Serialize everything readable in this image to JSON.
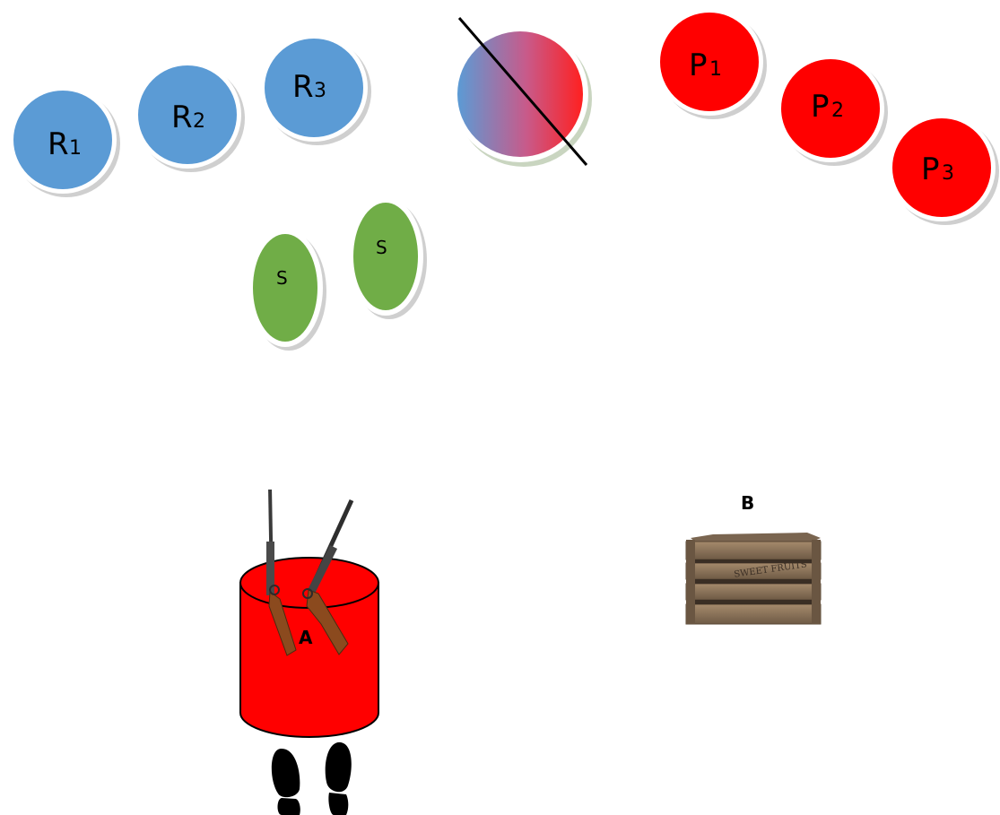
{
  "colors": {
    "blue": "#5b9bd5",
    "red": "#ff0000",
    "green": "#70ad47",
    "black": "#000000"
  },
  "targets": {
    "r1": {
      "letter": "R",
      "sub": "1"
    },
    "r2": {
      "letter": "R",
      "sub": "2"
    },
    "r3": {
      "letter": "R",
      "sub": "3"
    },
    "p1": {
      "letter": "P",
      "sub": "1"
    },
    "p2": {
      "letter": "P",
      "sub": "2"
    },
    "p3": {
      "letter": "P",
      "sub": "3"
    },
    "s_left": "S",
    "s_right": "S"
  },
  "station_a": {
    "label": "A"
  },
  "station_b": {
    "label": "B",
    "crate_text": "SWEET FRUITS"
  },
  "icons": [
    "no-shoot-target-icon",
    "rifle-icon",
    "footprints-icon",
    "wooden-crate-icon",
    "barrel-icon"
  ]
}
